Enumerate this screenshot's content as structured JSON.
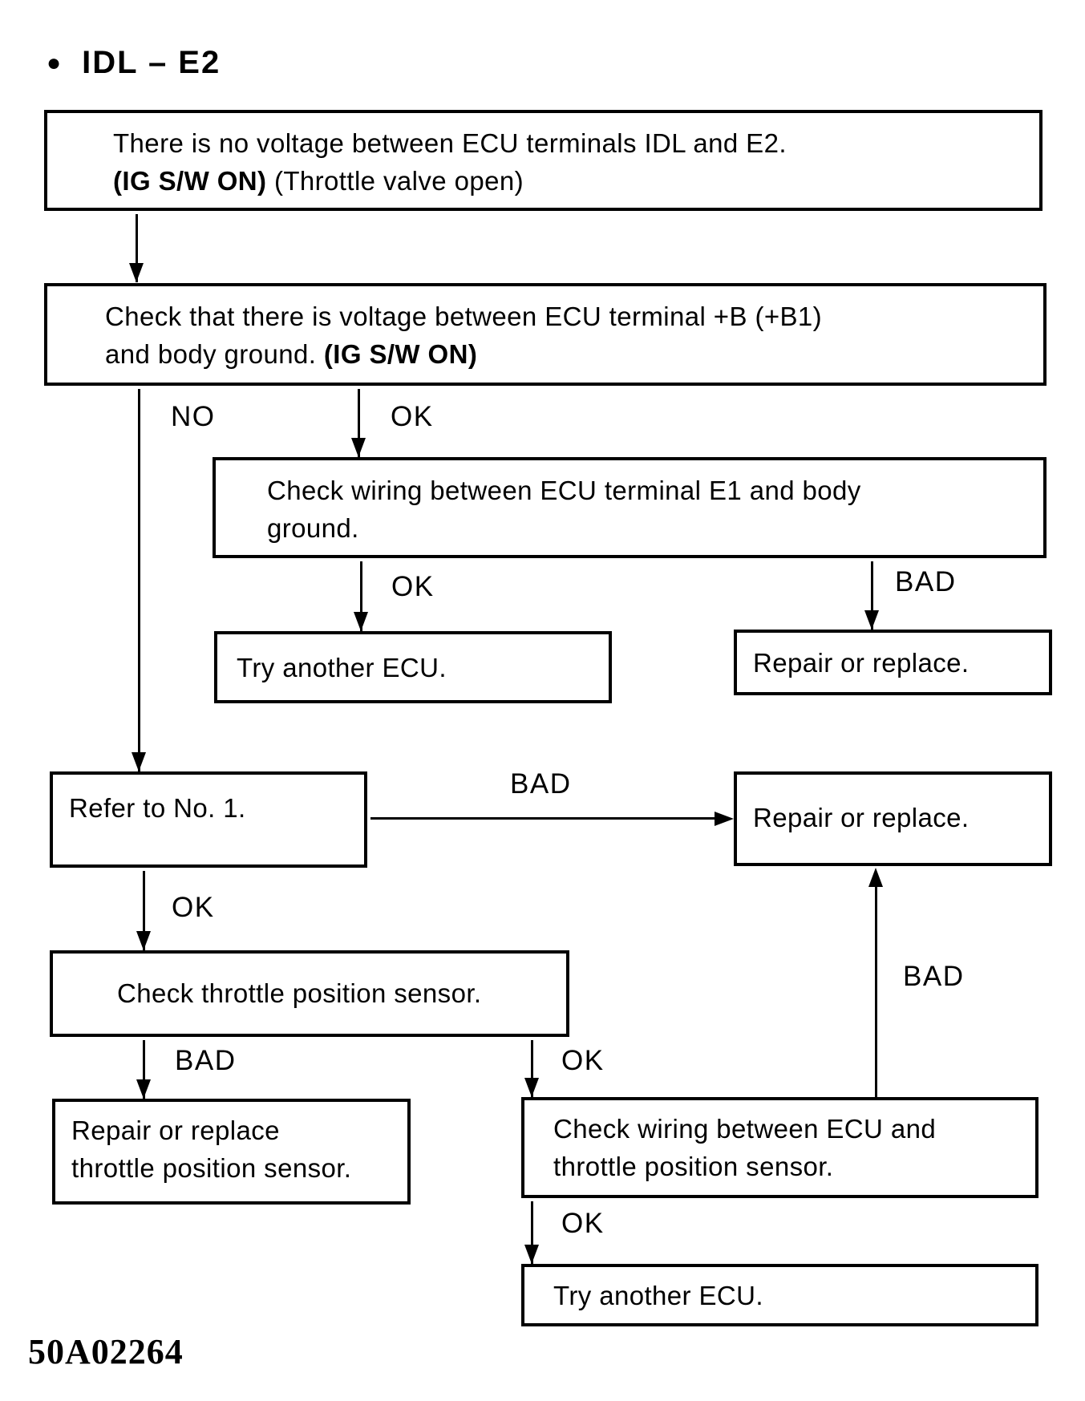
{
  "title": {
    "bullet_icon": "●",
    "text": "IDL – E2"
  },
  "figure_code": "50A02264",
  "nodes": {
    "no_voltage_idl_e2": {
      "line1": "There is no voltage between ECU terminals IDL and E2.",
      "line2_bold": "(IG S/W ON)",
      "line2_rest": " (Throttle valve open)"
    },
    "check_voltage_b": {
      "line1": "Check that there is voltage between ECU terminal +B (+B1)",
      "line2_rest": "and body ground. ",
      "line2_bold": "(IG S/W ON)"
    },
    "check_wiring_e1": {
      "line1": "Check wiring between ECU terminal E1 and body",
      "line2": "ground."
    },
    "try_another_ecu_1": {
      "text": "Try another ECU."
    },
    "repair_or_replace_1": {
      "text": "Repair or replace."
    },
    "refer_to_no_1": {
      "text": "Refer to No. 1."
    },
    "repair_or_replace_2": {
      "text": "Repair or replace."
    },
    "check_throttle_sensor": {
      "text": "Check throttle position sensor."
    },
    "repair_throttle_sensor": {
      "line1": "Repair or replace",
      "line2": "throttle position sensor."
    },
    "check_wiring_tps": {
      "line1": "Check wiring between ECU and",
      "line2": "throttle position sensor."
    },
    "try_another_ecu_2": {
      "text": "Try another ECU."
    }
  },
  "edge_labels": {
    "no": "NO",
    "ok_1": "OK",
    "ok_2": "OK",
    "bad_1": "BAD",
    "bad_2": "BAD",
    "ok_3": "OK",
    "bad_3": "BAD",
    "ok_4": "OK",
    "ok_5": "OK",
    "bad_4": "BAD"
  }
}
